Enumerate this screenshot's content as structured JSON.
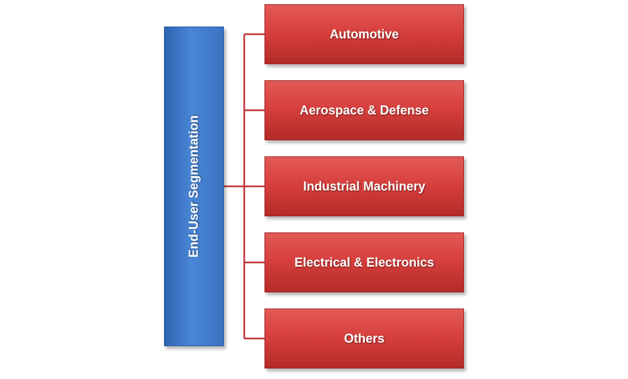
{
  "diagram": {
    "root": {
      "label": "End-User Segmentation",
      "color": "#3b73c2"
    },
    "children": [
      {
        "label": "Automotive"
      },
      {
        "label": "Aerospace & Defense"
      },
      {
        "label": "Industrial Machinery"
      },
      {
        "label": "Electrical & Electronics"
      },
      {
        "label": "Others"
      }
    ],
    "child_color": "#d7403e",
    "connector_color": "#c0393b"
  }
}
